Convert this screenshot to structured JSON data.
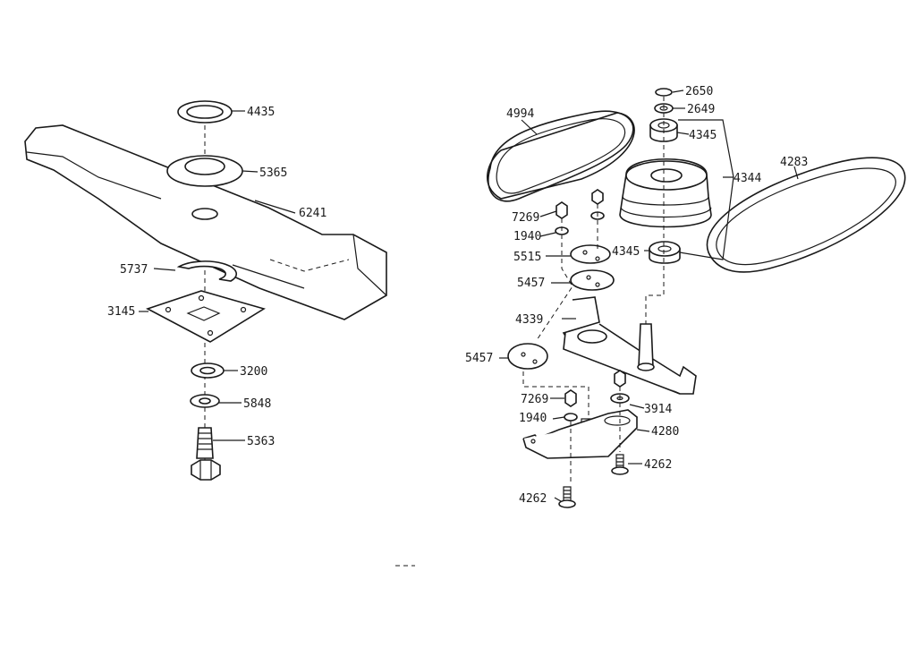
{
  "labels": {
    "p4435": "4435",
    "p5365": "5365",
    "p6241": "6241",
    "p5737": "5737",
    "p3145": "3145",
    "p3200": "3200",
    "p5848": "5848",
    "p5363": "5363",
    "p4994": "4994",
    "p2650": "2650",
    "p2649": "2649",
    "p4345a": "4345",
    "p4344": "4344",
    "p4283": "4283",
    "p7269a": "7269",
    "p1940a": "1940",
    "p4345b": "4345",
    "p5515": "5515",
    "p5457a": "5457",
    "p4339": "4339",
    "p5457b": "5457",
    "p7269b": "7269",
    "p3914": "3914",
    "p1940b": "1940",
    "p4280": "4280",
    "p4262a": "4262",
    "p4262b": "4262"
  }
}
